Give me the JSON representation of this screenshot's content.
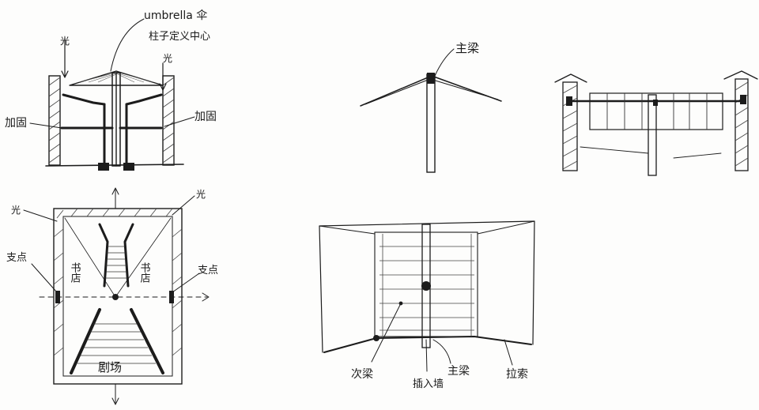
{
  "sketch_1": {
    "annotation_line1": "umbrella 伞",
    "annotation_line2": "柱子定义中心",
    "light_left": "光",
    "light_right": "光",
    "reinforce_left": "加固",
    "reinforce_right": "加固"
  },
  "sketch_2": {
    "light_left": "光",
    "light_right": "光",
    "support_left": "支点",
    "support_right": "支点",
    "shop_left": "书店",
    "shop_right": "书店",
    "theater": "剧场"
  },
  "sketch_3": {
    "main_beam": "主梁"
  },
  "sketch_5": {
    "secondary_beam": "次梁",
    "column_insert": "插入墙",
    "main_beam": "主梁",
    "tension": "拉索"
  }
}
